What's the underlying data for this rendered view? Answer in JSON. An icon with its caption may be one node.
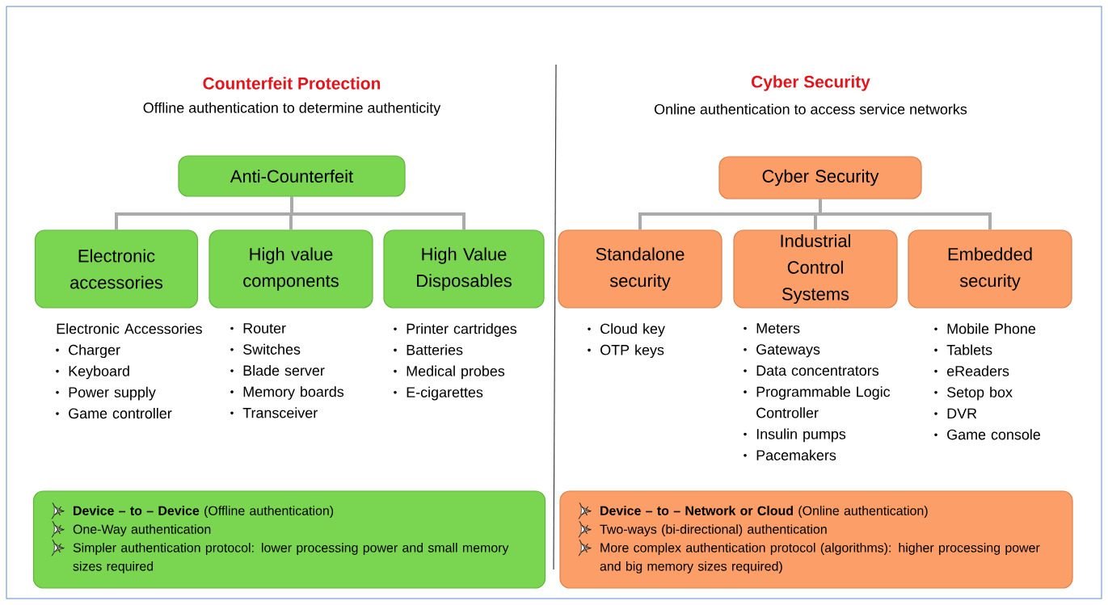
{
  "diagram": {
    "nodes": [
      {
        "text": [
          "Anti-Counterfeit"
        ]
      },
      {
        "text": [
          "Electronic accessories"
        ],
        "beside": [
          "Electronic Accessories",
          "Charger",
          "Keyboard",
          "Power supply",
          "Game controller"
        ]
      },
      {
        "text": [
          "High value components"
        ],
        "beside": [
          "Router",
          "Switches",
          "Blade server",
          "Memory boards",
          "Transceiver"
        ]
      },
      {
        "text": [
          "High Value Disposables"
        ],
        "beside": [
          "Printer cartridges",
          "Batteries",
          "Medical probes",
          "E-cigarettes"
        ]
      },
      {
        "text": [
          "Cyber Security"
        ]
      },
      {
        "text": [
          "Standalone security"
        ],
        "beside": [
          "Cloud key",
          "OTP keys"
        ]
      },
      {
        "text": [
          "Industrial Control Systems"
        ],
        "beside": [
          "Meters",
          "Gateways",
          "Data concentrators",
          "Programmable Logic Controller",
          "Insulin pumps",
          "Pacemakers"
        ]
      },
      {
        "text": [
          "Embedded security"
        ],
        "beside": [
          "Mobile Phone",
          "Tablets",
          "eReaders",
          "Setop box",
          "DVR",
          "Game console"
        ]
      },
      {
        "text": [
          "**Device – to – Device** (Offline authentication)",
          "One-Way authentication",
          "Simpler authentication protocol: lower processing power and small memory sizes required"
        ]
      },
      {
        "text": [
          "**Device – to – Network or Cloud** (Online authentication)",
          "Two-ways (bi-directional) authentication",
          "More complex authentication protocol (algorithms): higher processing power and big memory sizes required)"
        ]
      }
    ],
    "edges": [
      {
        "from": 0,
        "to": 1,
        "arrow": "none"
      },
      {
        "from": 0,
        "to": 2,
        "arrow": "none"
      },
      {
        "from": 0,
        "to": 3,
        "arrow": "none"
      },
      {
        "from": 4,
        "to": 5,
        "arrow": "none"
      },
      {
        "from": 4,
        "to": 6,
        "arrow": "none"
      },
      {
        "from": 4,
        "to": 7,
        "arrow": "none"
      }
    ],
    "labels": [
      "Counterfeit Protection",
      "Offline authentication to determine authenticity",
      "Cyber Security",
      "Online authentication to access service networks"
    ]
  }
}
